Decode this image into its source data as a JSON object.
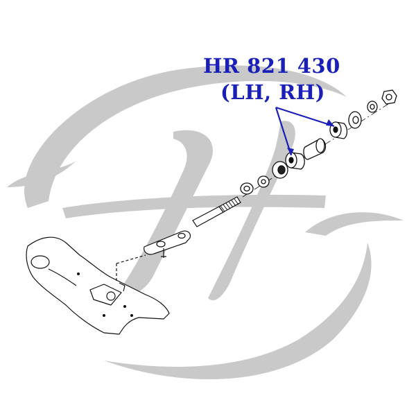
{
  "diagram": {
    "part_number": "HR 821 430",
    "sides": "(LH, RH)"
  },
  "colors": {
    "label": "#1a1fb8",
    "watermark": "#c8c8c8",
    "line_art": "#111111",
    "leader": "#1a1fb8"
  },
  "icons": {
    "watermark": "hr-logo-watermark"
  }
}
